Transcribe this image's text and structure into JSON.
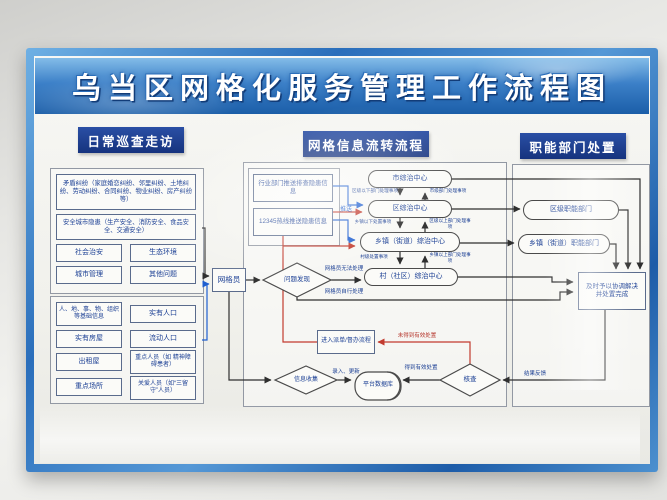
{
  "title": "乌当区网格化服务管理工作流程图",
  "section_headers": {
    "daily": "日常巡查走访",
    "flow": "网格信息流转流程",
    "dept": "职能部门处置"
  },
  "left_panel": {
    "disputes": "矛盾纠纷（家庭婚恋纠纷、邻里纠纷、土地纠纷、劳动纠纷、合同纠纷、物业纠纷、房产纠纷等）",
    "safety": "安全城市隐患（生产安全、消防安全、食品安全、交通安全）",
    "cells": [
      "社会治安",
      "生态环境",
      "城市管理",
      "其他问题"
    ],
    "base_cells": [
      "人、地、事、物、组织等基础信息",
      "实有人口",
      "实有房屋",
      "流动人口",
      "出租屋",
      "重点人员（如 精神障碍患者）",
      "重点场所",
      "关爱人员（如“三留守”人员）"
    ]
  },
  "flow": {
    "source1": "行业部门推送排查隐患信息",
    "source2": "12345热线推送隐患信息",
    "grid_member": "网格员",
    "problem_found": "问题发现",
    "center_city": "市综治中心",
    "center_district": "区综治中心",
    "center_town": "乡镇（街道）综治中心",
    "center_village": "村（社区）综治中心",
    "dispatch": "进入派单/督办流程",
    "collect": "信息收集",
    "database": "平台数据库",
    "check": "核查"
  },
  "right_panel": {
    "dept_district": "区级职能部门",
    "dept_town": "乡镇（街道）职能部门",
    "resolve_line1": "及时予以协调解决",
    "resolve_line2": "并处置完成"
  },
  "edge_labels": {
    "push": "推送",
    "down_city": "区级以下部门处理事项",
    "up_city": "市级部门处理事项",
    "down_district": "乡镇以下处置事项",
    "up_district": "区级以上部门处理事项",
    "down_town": "村级处置事项",
    "up_town": "乡镇以上部门处理事项",
    "cannot_handle": "网格员无法处理",
    "self_handle": "网格员自行处理",
    "not_resolved": "未得到有效处置",
    "resolved": "得到有效处置",
    "record": "录入、更新",
    "feedback": "结果反馈"
  },
  "colors": {
    "band_blue": "#2a6ebb",
    "header_navy": "#16337e",
    "text_blue": "#1b3f94",
    "line_blue": "#1f5fd0",
    "line_red": "#c23b2e"
  }
}
